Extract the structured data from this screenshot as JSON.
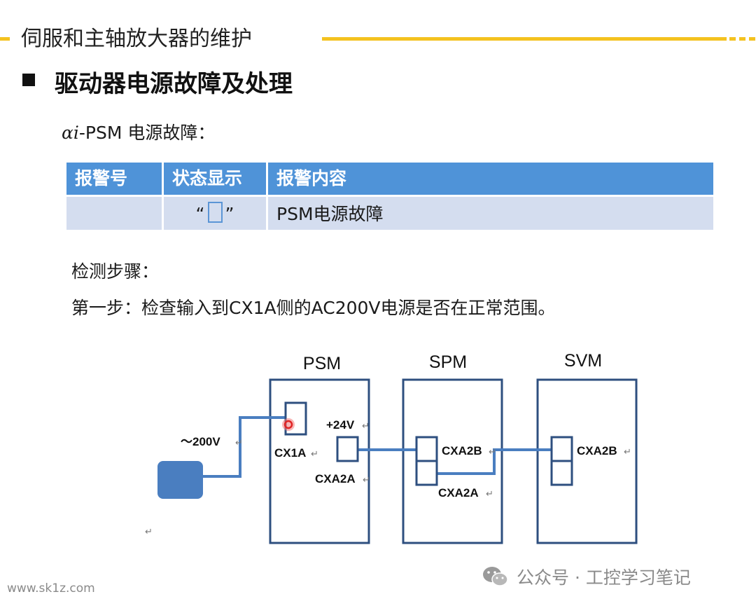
{
  "header": {
    "title": "伺服和主轴放大器的维护"
  },
  "section": {
    "title": "驱动器电源故障及处理"
  },
  "psm_label": {
    "alpha": "αi",
    "rest": "-PSM 电源故障："
  },
  "table": {
    "headers": [
      "报警号",
      "状态显示",
      "报警内容"
    ],
    "rows": [
      {
        "alarm_no": "",
        "status_open": "“",
        "status_close": "”",
        "content": "PSM电源故障"
      }
    ]
  },
  "steps": {
    "label": "检测步骤：",
    "step1": "第一步：检查输入到CX1A侧的AC200V电源是否在正常范围。"
  },
  "diagram": {
    "modules": [
      "PSM",
      "SPM",
      "SVM"
    ],
    "labels": {
      "ac200v": "～200V",
      "cx1a": "CX1A",
      "plus24v": "+24V",
      "cxa2a_psm": "CXA2A",
      "cxa2b_spm": "CXA2B",
      "cxa2a_spm": "CXA2A",
      "cxa2b_svm": "CXA2B"
    },
    "para_mark": "↵",
    "colors": {
      "box": "#2e4f7f",
      "wire": "#4a7ec0",
      "source": "#4a7ec0",
      "probe": "#e02424"
    }
  },
  "footer": {
    "watermark": "www.sk1z.com",
    "wechat": "公众号 · 工控学习笔记"
  },
  "colors": {
    "accent": "#f4c21f",
    "table_head": "#4f93d8",
    "table_body": "#d4ddef"
  }
}
